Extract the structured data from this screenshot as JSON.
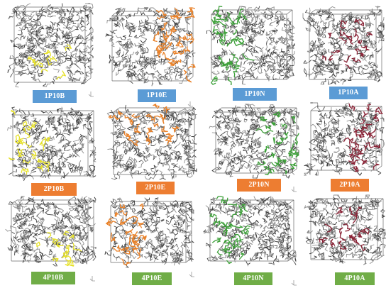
{
  "colors": {
    "atoms": "#8f8f8f",
    "atoms_dark": "#3e3e3e",
    "box": "#6a6a6a",
    "label_row1": "#5b9bd5",
    "label_row2": "#ed7d31",
    "label_row3": "#70ad47",
    "highlight_B": "#e6e12a",
    "highlight_E": "#e9822a",
    "highlight_N": "#3fa13b",
    "highlight_A": "#8a2437"
  },
  "panels": [
    {
      "label": "1P10B",
      "row": 1,
      "highlight": "highlight_B"
    },
    {
      "label": "1P10E",
      "row": 1,
      "highlight": "highlight_E"
    },
    {
      "label": "1P10N",
      "row": 1,
      "highlight": "highlight_N"
    },
    {
      "label": "1P10A",
      "row": 1,
      "highlight": "highlight_A"
    },
    {
      "label": "2P10B",
      "row": 2,
      "highlight": "highlight_B"
    },
    {
      "label": "2P10E",
      "row": 2,
      "highlight": "highlight_E"
    },
    {
      "label": "2P10N",
      "row": 2,
      "highlight": "highlight_N"
    },
    {
      "label": "2P10A",
      "row": 2,
      "highlight": "highlight_A"
    },
    {
      "label": "4P10B",
      "row": 3,
      "highlight": "highlight_B"
    },
    {
      "label": "4P10E",
      "row": 3,
      "highlight": "highlight_E"
    },
    {
      "label": "4P10N",
      "row": 3,
      "highlight": "highlight_N"
    },
    {
      "label": "4P10A",
      "row": 3,
      "highlight": "highlight_A"
    }
  ]
}
